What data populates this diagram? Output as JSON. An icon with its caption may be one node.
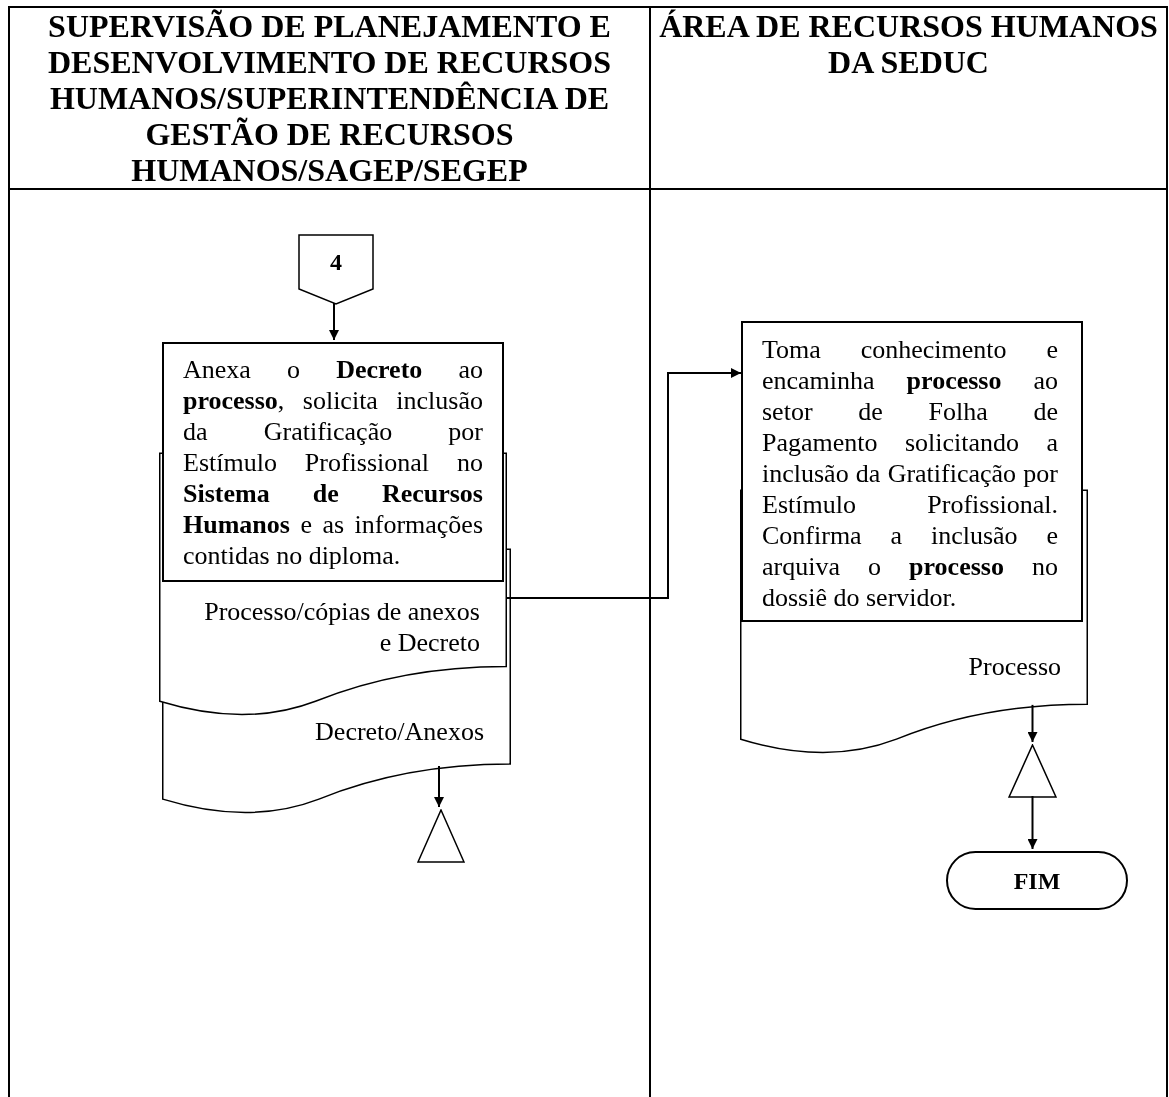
{
  "diagram": {
    "nodes": [
      {
        "text": [
          "SUPERVISÃO DE PLANEJAMENTO E DESENVOLVIMENTO DE RECURSOS HUMANOS/SUPERINTENDÊNCIA DE GESTÃO DE RECURSOS HUMANOS/SAGEP/SEGEP"
        ]
      },
      {
        "text": [
          "ÁREA DE RECURSOS HUMANOS DA SEDUC"
        ]
      },
      {
        "text": [
          "4"
        ],
        "in": 0
      },
      {
        "text": [
          "Anexa o **Decreto** ao **processo**, solicita inclusão da Gratificação por Estímulo Profissional no **Sistema de Recursos Humanos** e as informações contidas no diploma."
        ],
        "in": 0
      },
      {
        "text": [
          "Processo/cópias de anexos e Decreto"
        ],
        "in": 0
      },
      {
        "text": [
          "Decreto/Anexos"
        ],
        "in": 0
      },
      {
        "text": [],
        "shape": "triangle",
        "in": 0
      },
      {
        "text": [
          "Toma conhecimento e encaminha **processo** ao setor de Folha de Pagamento solicitando a inclusão da Gratificação por Estímulo Profissional. Confirma a inclusão e arquiva o **processo** no dossiê do servidor."
        ],
        "in": 1
      },
      {
        "text": [
          "Processo"
        ],
        "in": 1
      },
      {
        "text": [],
        "shape": "triangle",
        "in": 1
      },
      {
        "text": [
          "FIM"
        ],
        "in": 1
      }
    ],
    "edges": [
      {
        "from": 2,
        "to": 3,
        "arrow": "to"
      },
      {
        "from": 4,
        "to": 7,
        "arrow": "to"
      },
      {
        "from": 5,
        "to": 6,
        "arrow": "to"
      },
      {
        "from": 8,
        "to": 9,
        "arrow": "to"
      },
      {
        "from": 9,
        "to": 10,
        "arrow": "to"
      }
    ]
  }
}
